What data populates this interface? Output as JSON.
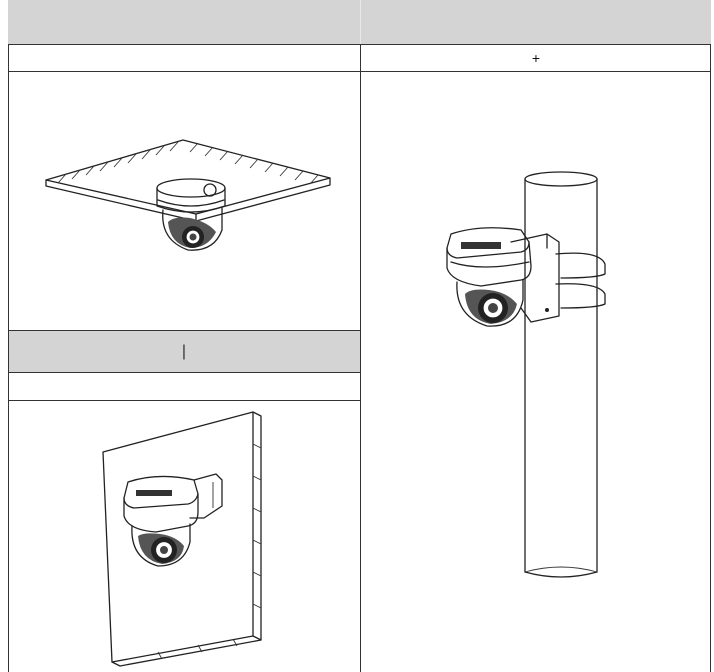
{
  "table": {
    "header_left": "",
    "header_right": "",
    "caption_left": "",
    "caption_right": "+",
    "mid_header_left": "|",
    "mid_caption_left": ""
  },
  "illustrations": {
    "ceiling": "ceiling-mount-illustration",
    "pole": "pole-mount-illustration",
    "wall": "wall-mount-illustration"
  }
}
